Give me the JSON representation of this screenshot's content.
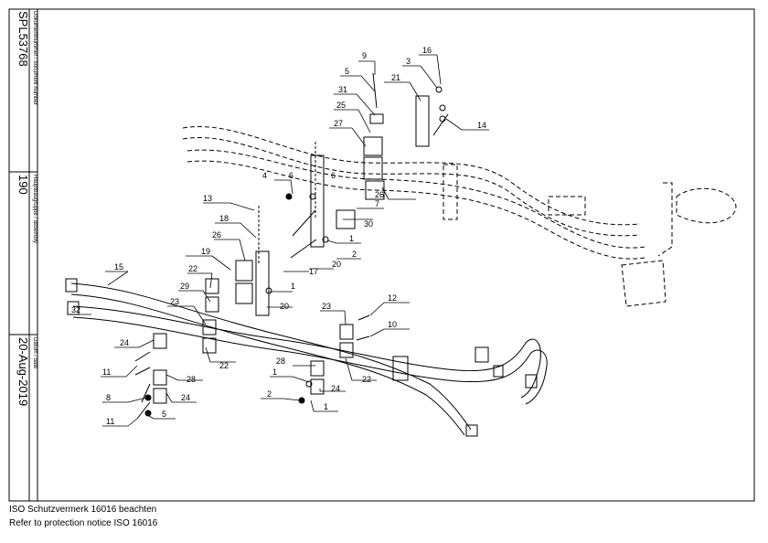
{
  "title_block": {
    "doc_number_label": "Dokumentnummer / document number",
    "doc_number": "SPL53768",
    "assembly_label": "Hauptbaugruppe / assembly",
    "assembly": "190",
    "date_label": "Datum / date",
    "date": "20-Aug-2019"
  },
  "footer": {
    "line1": "ISO Schutzvermerk 16016 beachten",
    "line2": "Refer to protection notice ISO 16016"
  },
  "callouts": [
    "9",
    "16",
    "3",
    "5",
    "21",
    "31",
    "25",
    "14",
    "27",
    "4",
    "6",
    "6",
    "13",
    "7",
    "30",
    "18",
    "1",
    "26",
    "2",
    "26",
    "19",
    "20",
    "17",
    "22",
    "15",
    "1",
    "29",
    "20",
    "32",
    "23",
    "23",
    "12",
    "10",
    "24",
    "22",
    "28",
    "11",
    "22",
    "28",
    "1",
    "24",
    "8",
    "2",
    "24",
    "11",
    "5",
    "1"
  ]
}
